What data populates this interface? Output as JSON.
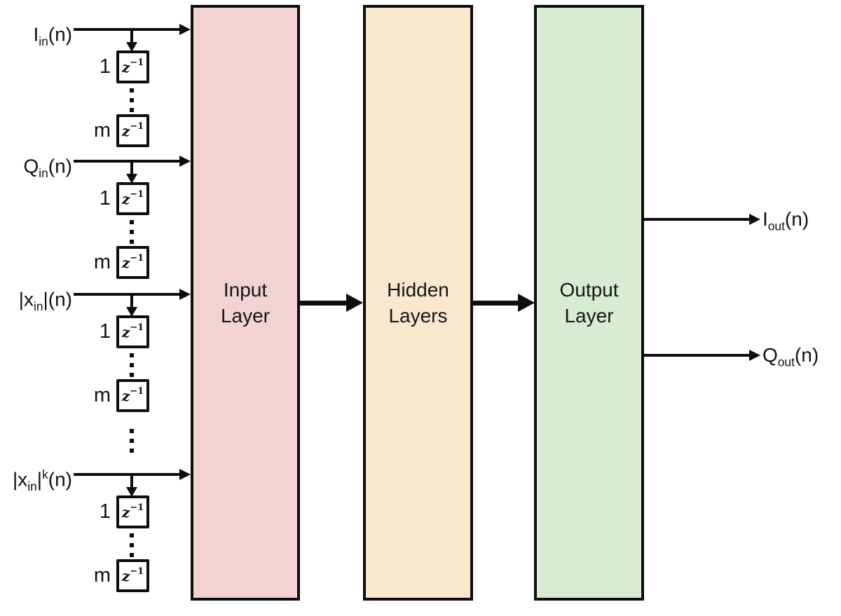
{
  "layers": [
    {
      "label_line1": "Input",
      "label_line2": "Layer",
      "fill": "#f3d2d4"
    },
    {
      "label_line1": "Hidden",
      "label_line2": "Layers",
      "fill": "#f9e7ce"
    },
    {
      "label_line1": "Output",
      "label_line2": "Layer",
      "fill": "#d8ebd3"
    }
  ],
  "inputs": [
    {
      "pre": "I",
      "sub": "in",
      "post": "(n)"
    },
    {
      "pre": "Q",
      "sub": "in",
      "post": "(n)"
    },
    {
      "pre": "|x",
      "sub": "in",
      "mid": "|",
      "post": "(n)"
    },
    {
      "pre": "|x",
      "sub": "in",
      "mid": "|",
      "sup": "k",
      "post": "(n)"
    }
  ],
  "outputs": [
    {
      "pre": "I",
      "sub": "out",
      "post": "(n)"
    },
    {
      "pre": "Q",
      "sub": "out",
      "post": "(n)"
    }
  ],
  "taps": {
    "first": "1",
    "last": "m"
  },
  "delay": {
    "base": "z",
    "exp": "−1"
  },
  "colors": {
    "line": "#0d0d0d",
    "delay_box_fill": "#ffffff",
    "input_layer_fill": "#f3d2d4",
    "hidden_layers_fill": "#f9e7ce",
    "output_layer_fill": "#d8ebd3",
    "background": "#ffffff"
  }
}
